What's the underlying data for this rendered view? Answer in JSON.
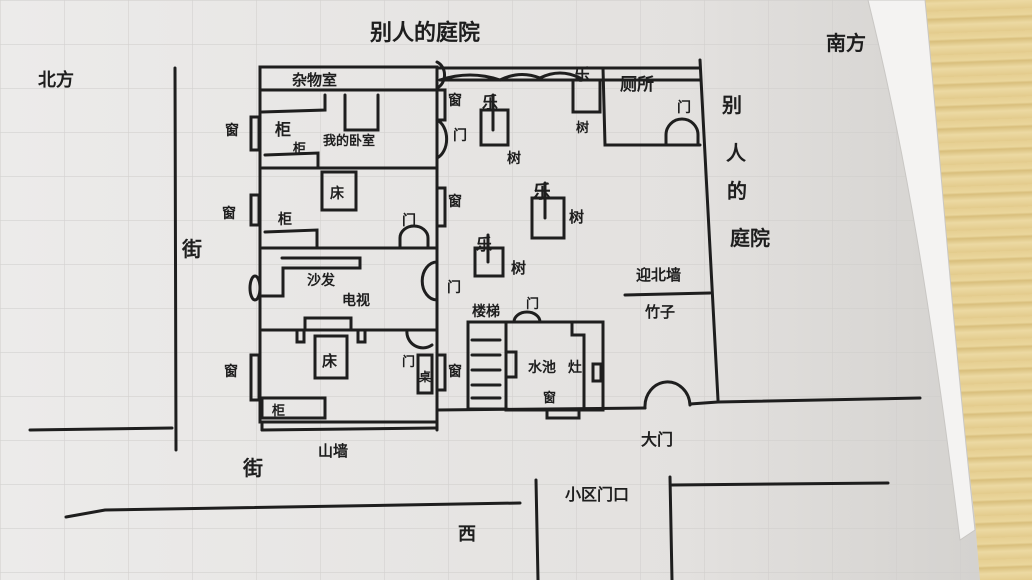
{
  "title": "别人的庭院",
  "compass": {
    "north": "北方",
    "south": "南方",
    "west": "西"
  },
  "streets": {
    "west_street": "街",
    "south_street": "街"
  },
  "gable_wall": "山墙",
  "community_gate": "小区门口",
  "main_gate": "大门",
  "neighbor_courtyard": [
    "别",
    "人",
    "的",
    "庭院"
  ],
  "rooms": {
    "storage": "杂物室",
    "my_bedroom": "我的卧室",
    "toilet": "厕所",
    "stairs": "楼梯",
    "kitchen_sink": "水池",
    "stove": "灶",
    "screen_wall": "迎北墙",
    "bamboo": "竹子"
  },
  "furniture": {
    "cabinet": "柜",
    "bed": "床",
    "sofa": "沙发",
    "tv": "电视",
    "table": "桌"
  },
  "labels": {
    "window": "窗",
    "door": "门",
    "tree": "树",
    "tree_glyph": "乐"
  },
  "colors": {
    "paper": "#e8e6e4",
    "ink": "#1e1e1e",
    "grid": "#cfcdcb",
    "wood": "#e6cf92"
  }
}
